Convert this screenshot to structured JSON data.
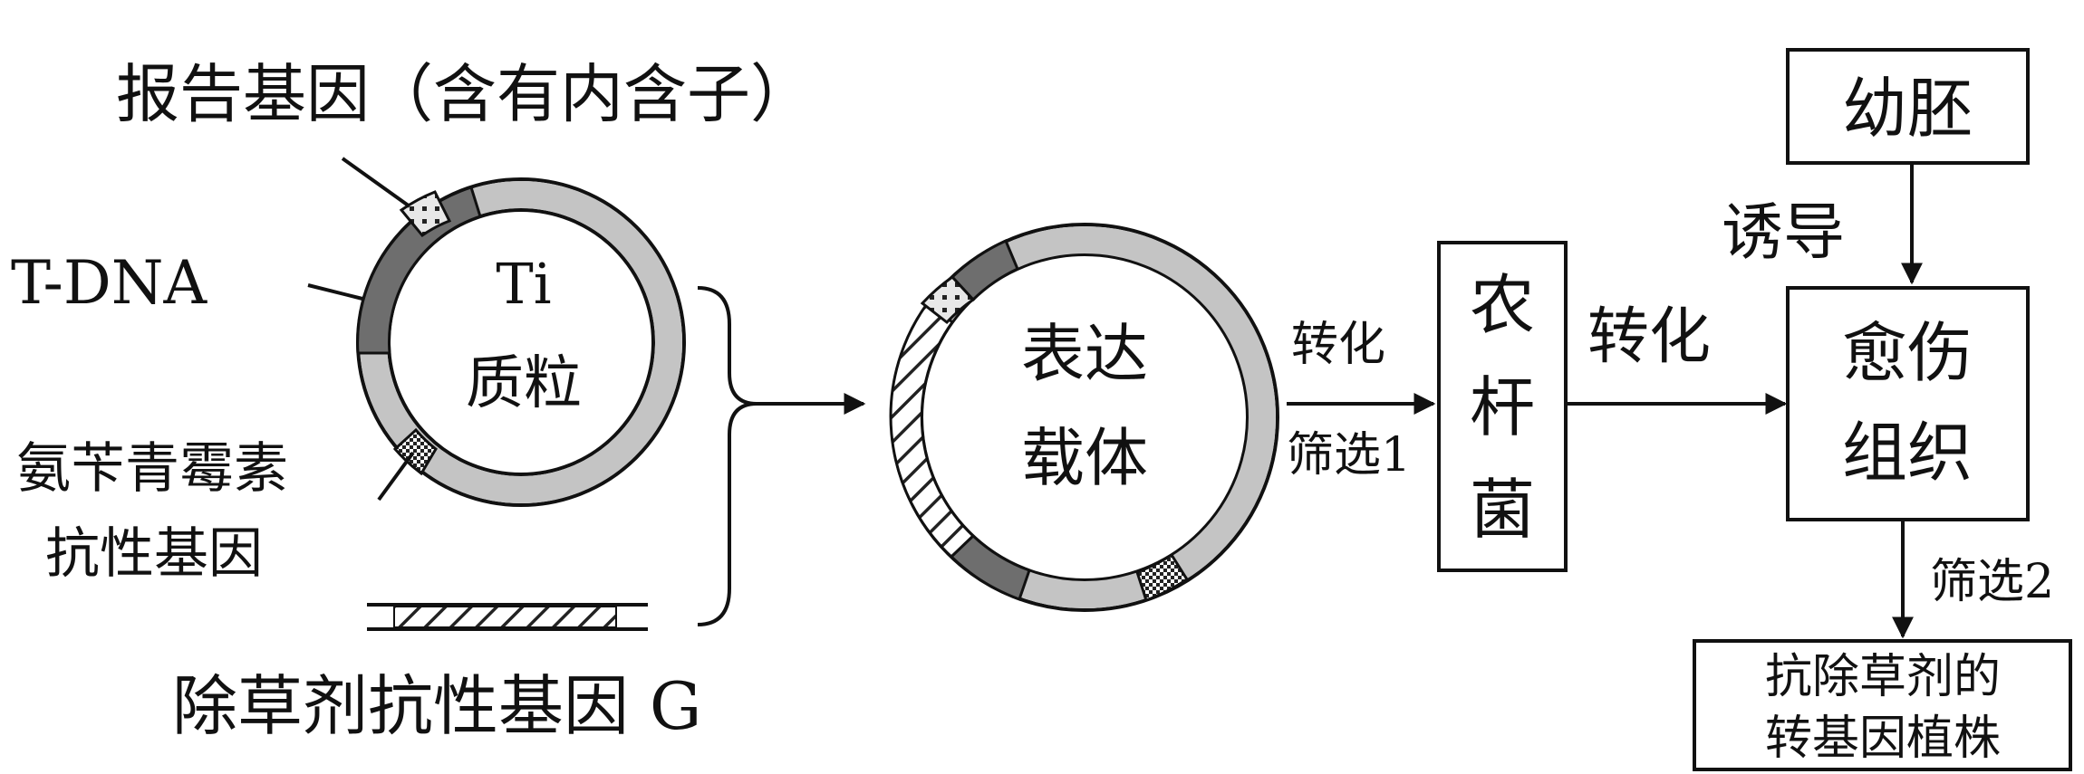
{
  "labels": {
    "reporter_gene": "报告基因（含有内含子）",
    "t_dna": "T-DNA",
    "ti_line1": "Ti",
    "ti_line2": "质粒",
    "amp_line1": "氨苄青霉素",
    "amp_line2": "抗性基因",
    "herbicide_gene": "除草剂抗性基因 G",
    "expr_line1": "表达",
    "expr_line2": "载体",
    "transform_small": "转化",
    "screen1": "筛选1",
    "agro_c1": "农",
    "agro_c2": "杆",
    "agro_c3": "菌",
    "transform_big": "转化",
    "embryo": "幼胚",
    "induce": "诱导",
    "callus_line1": "愈伤",
    "callus_line2": "组织",
    "screen2": "筛选2",
    "result_line1": "抗除草剂的",
    "result_line2": "转基因植株"
  },
  "colors": {
    "ring_light": "#c4c4c4",
    "ring_dark": "#6e6e6e",
    "line": "#111111"
  }
}
